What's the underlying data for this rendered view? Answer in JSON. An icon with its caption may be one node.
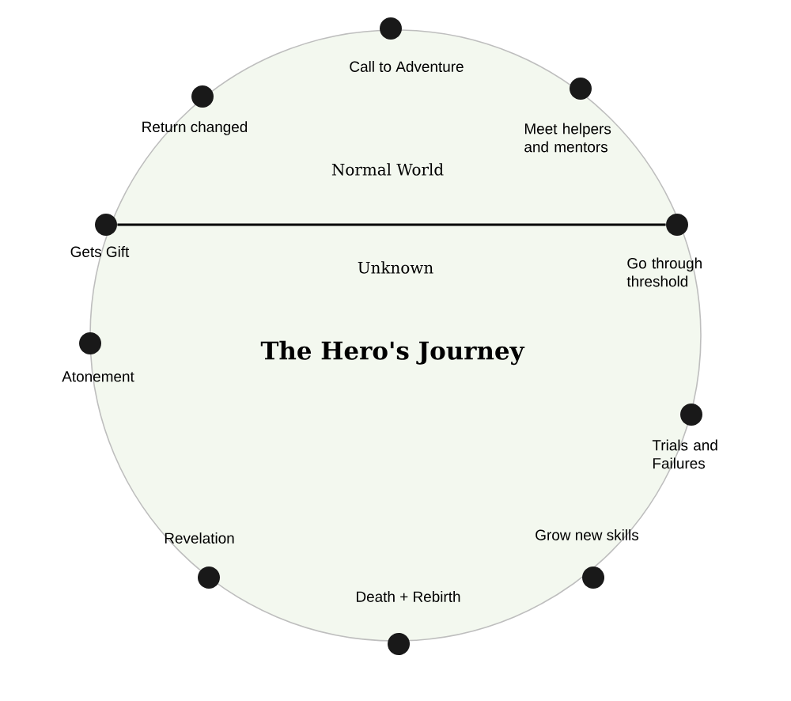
{
  "diagram": {
    "title": "The Hero's Journey",
    "nodes": [
      {
        "text": [],
        "shape": "circle",
        "beside": [
          "Call to Adventure"
        ]
      },
      {
        "text": [],
        "shape": "circle",
        "beside": [
          "Meet helpers and mentors"
        ]
      },
      {
        "text": [],
        "shape": "circle",
        "beside": [
          "Go through threshold"
        ]
      },
      {
        "text": [],
        "shape": "circle",
        "beside": [
          "Trials and Failures"
        ]
      },
      {
        "text": [],
        "shape": "circle",
        "beside": [
          "Grow new skills"
        ]
      },
      {
        "text": [],
        "shape": "circle",
        "beside": [
          "Death + Rebirth"
        ]
      },
      {
        "text": [],
        "shape": "circle",
        "beside": [
          "Revelation"
        ]
      },
      {
        "text": [],
        "shape": "circle",
        "beside": [
          "Atonement"
        ]
      },
      {
        "text": [],
        "shape": "circle",
        "beside": [
          "Gets Gift"
        ]
      },
      {
        "text": [],
        "shape": "circle",
        "beside": [
          "Return changed"
        ]
      }
    ],
    "edges": [
      {
        "from": 8,
        "to": 2,
        "arrow": "none"
      }
    ],
    "labels": [
      "Normal World",
      "Unknown"
    ]
  }
}
